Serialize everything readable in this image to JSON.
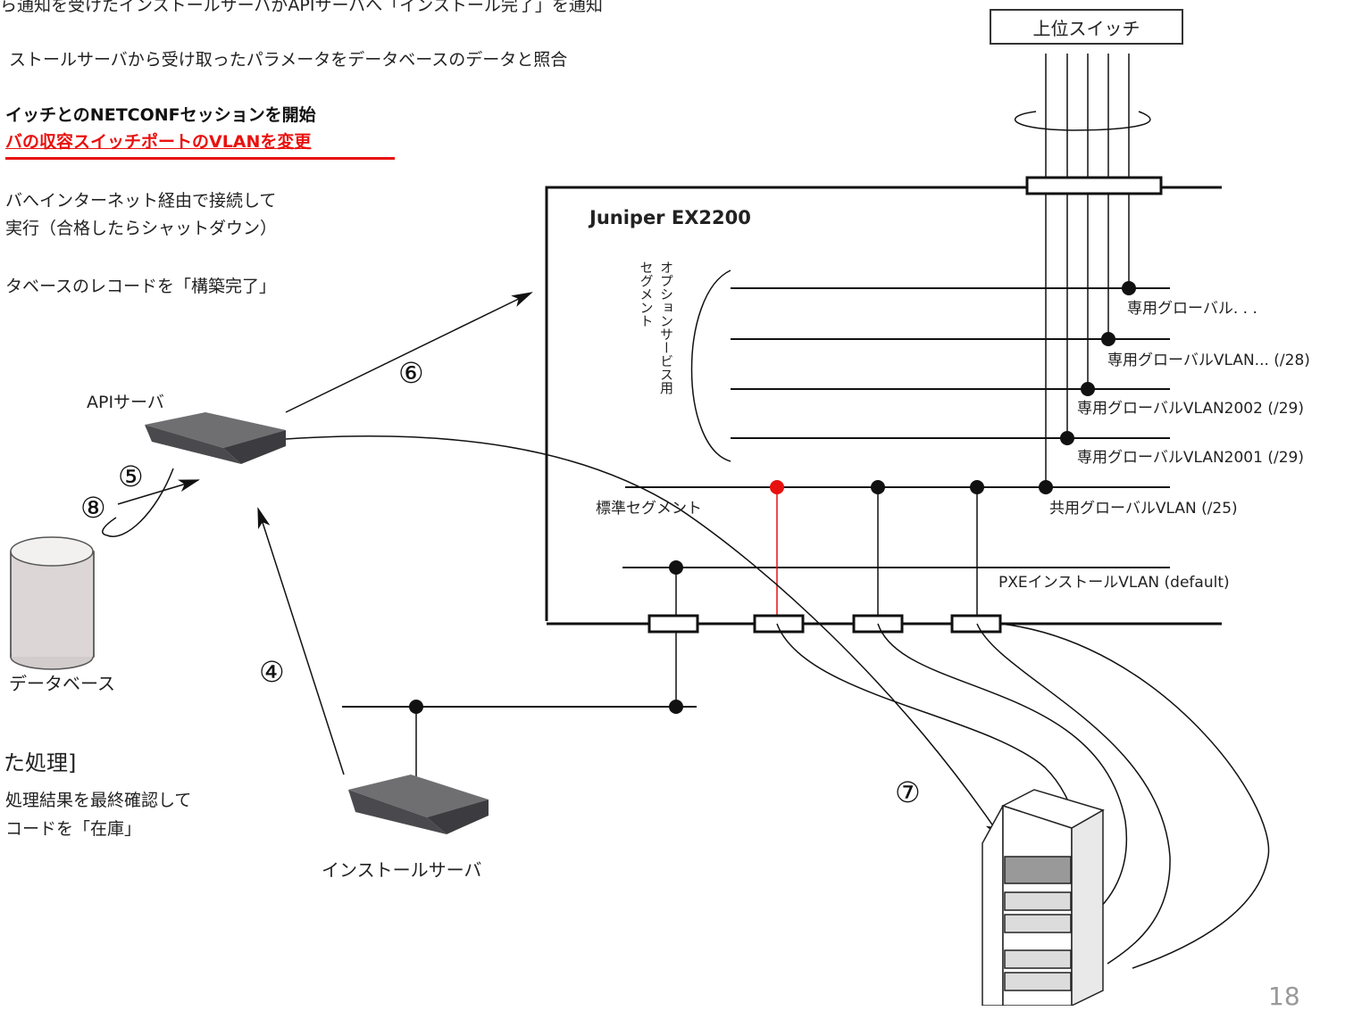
{
  "steps": {
    "s4_text": "ら通知を受けたインストールサーバがAPIサーバへ「インストール完了」を通知",
    "s5_text": "ストールサーバから受け取ったパラメータをデータベースのデータと照合",
    "s6_line1": "イッチとのNETCONFセッションを開始",
    "s6_line2": "バの収容スイッチポートのVLANを変更",
    "s7_line1": "バへインターネット経由で接続して",
    "s7_line2": "実行（合格したらシャットダウン）",
    "s8_text": "タベースのレコードを「構築完了」"
  },
  "section2": {
    "title": "た処理]",
    "line1": "処理結果を最終確認して",
    "line2": "コードを「在庫」"
  },
  "diagram": {
    "upper_switch": "上位スイッチ",
    "switch_model": "Juniper EX2200",
    "option_segment_label": "オプションサービス用\nセグメント",
    "standard_segment_label": "標準セグメント",
    "vlans": [
      "専用グローバル. . .",
      "専用グローバルVLAN... (/28)",
      "専用グローバルVLAN2002 (/29)",
      "専用グローバルVLAN2001 (/29)",
      "共用グローバルVLAN (/25)",
      "PXEインストールVLAN (default)"
    ],
    "api_server": "APIサーバ",
    "database": "データベース",
    "install_server": "インストールサーバ",
    "markers": [
      "④",
      "⑤",
      "⑥",
      "⑦",
      "⑧"
    ]
  },
  "page_number": "18",
  "colors": {
    "line": "#111111",
    "highlight": "#e8110f",
    "device_top": "#6f6f72",
    "device_side": "#4a4a4e"
  }
}
